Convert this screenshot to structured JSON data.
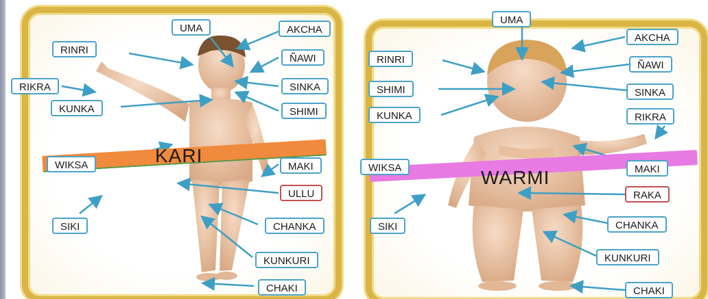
{
  "colors": {
    "label_border": "#4aa3c6",
    "label_border_alt": "#c0504d",
    "arrow": "#3e9fc4",
    "frame_gold": "#d9b545",
    "band_kari": "#f08a3c",
    "band_warmi": "#e77be3",
    "skin_light": "#f3d1b7",
    "skin_shade": "#d9a985"
  },
  "left": {
    "band_text": "KARI",
    "labels": [
      "UMA",
      "AKCHA",
      "RINRI",
      "ÑAWI",
      "RIKRA",
      "SINKA",
      "KUNKA",
      "SHIMI",
      "WIKSA",
      "MAKI",
      "ULLU",
      "SIKI",
      "CHANKA",
      "KUNKURI",
      "CHAKI"
    ]
  },
  "right": {
    "band_text": "WARMI",
    "labels": [
      "UMA",
      "AKCHA",
      "RINRI",
      "ÑAWI",
      "SHIMI",
      "SINKA",
      "KUNKA",
      "RIKRA",
      "WIKSA",
      "MAKI",
      "RAKA",
      "SIKI",
      "CHANKA",
      "KUNKURI",
      "CHAKI"
    ]
  }
}
